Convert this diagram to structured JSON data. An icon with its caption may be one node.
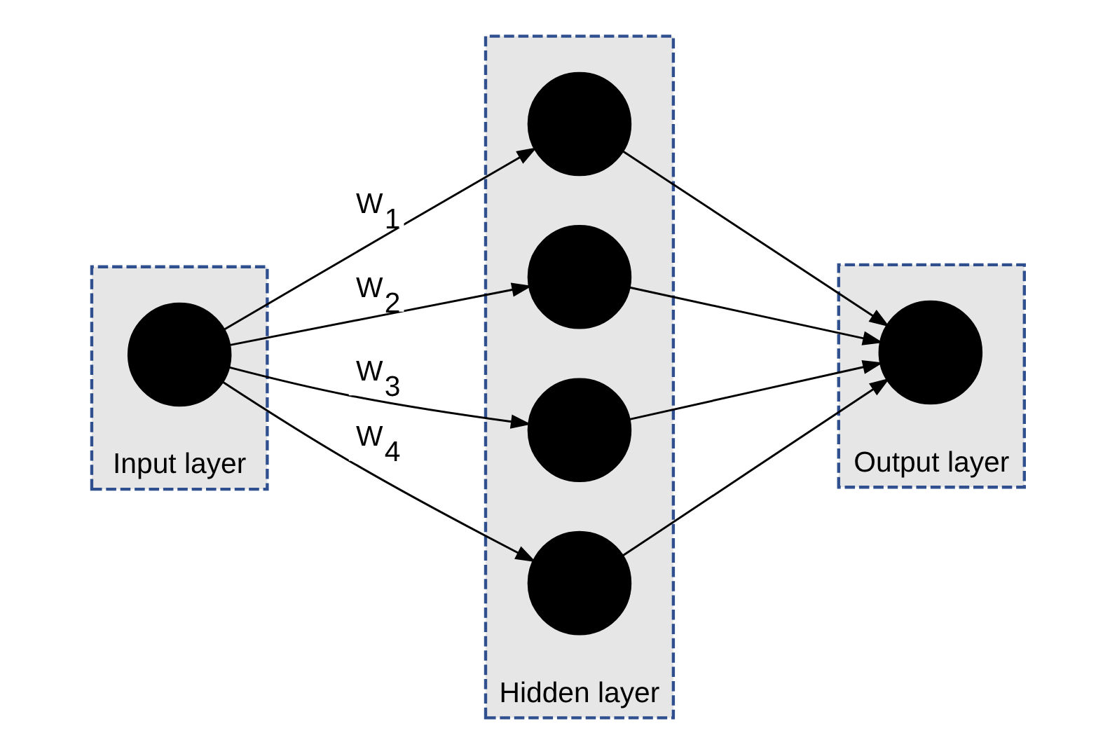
{
  "diagram": {
    "nodes": [
      {
        "text": [
          "Input layer"
        ]
      },
      {
        "text": [],
        "shape": "circle",
        "in": 0
      },
      {
        "text": [
          "Hidden layer"
        ]
      },
      {
        "text": [],
        "shape": "circle",
        "in": 2
      },
      {
        "text": [],
        "shape": "circle",
        "in": 2
      },
      {
        "text": [],
        "shape": "circle",
        "in": 2
      },
      {
        "text": [],
        "shape": "circle",
        "in": 2
      },
      {
        "text": [
          "Output layer"
        ]
      },
      {
        "text": [],
        "shape": "circle",
        "in": 7
      }
    ],
    "edges": [
      {
        "from": 1,
        "to": 3,
        "arrow": "to",
        "label": "W$_{1}$"
      },
      {
        "from": 1,
        "to": 4,
        "arrow": "to",
        "label": "W$_{2}$"
      },
      {
        "from": 1,
        "to": 5,
        "arrow": "to",
        "label": "W$_{3}$"
      },
      {
        "from": 1,
        "to": 6,
        "arrow": "to",
        "label": "W$_{4}$"
      },
      {
        "from": 3,
        "to": 8,
        "arrow": "to"
      },
      {
        "from": 4,
        "to": 8,
        "arrow": "to"
      },
      {
        "from": 5,
        "to": 8,
        "arrow": "to"
      },
      {
        "from": 6,
        "to": 8,
        "arrow": "to"
      }
    ]
  }
}
